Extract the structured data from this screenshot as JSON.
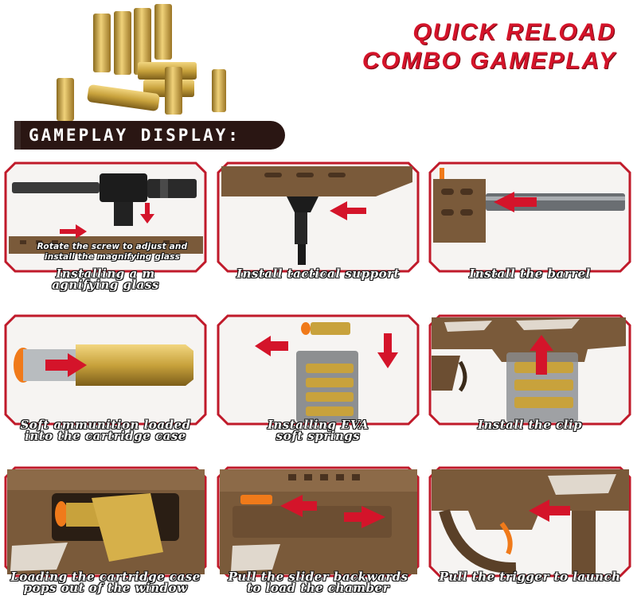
{
  "header": {
    "line1": "QUICK RELOAD",
    "line2": "COMBO GAMEPLAY"
  },
  "banner": {
    "label": "GAMEPLAY DISPLAY:"
  },
  "colors": {
    "accent_red": "#d4142a",
    "frame_red": "#c01a2a",
    "tan_body": "#7a5a3a",
    "brass": "#c8a23c",
    "orange_tip": "#f07a1a"
  },
  "panels": [
    {
      "caption": "Installing a m\nagnifying glass",
      "note": "Rotate the screw to adjust and\ninstall the magnifying glass",
      "icon": "scope-icon"
    },
    {
      "caption": "Install tactical support",
      "icon": "bipod-icon"
    },
    {
      "caption": "Install the barrel",
      "icon": "barrel-icon"
    },
    {
      "caption": "Soft ammunition loaded\ninto the cartridge case",
      "icon": "cartridge-icon"
    },
    {
      "caption": "Installing EVA\nsoft springs",
      "icon": "magazine-icon"
    },
    {
      "caption": "Install the clip",
      "icon": "clip-icon"
    },
    {
      "caption": "Loading the cartridge case\npops out of the window",
      "icon": "ejection-icon"
    },
    {
      "caption": "Pull the slider backwards\nto load the chamber",
      "icon": "slider-icon"
    },
    {
      "caption": "Pull the trigger to launch",
      "icon": "trigger-icon"
    }
  ]
}
